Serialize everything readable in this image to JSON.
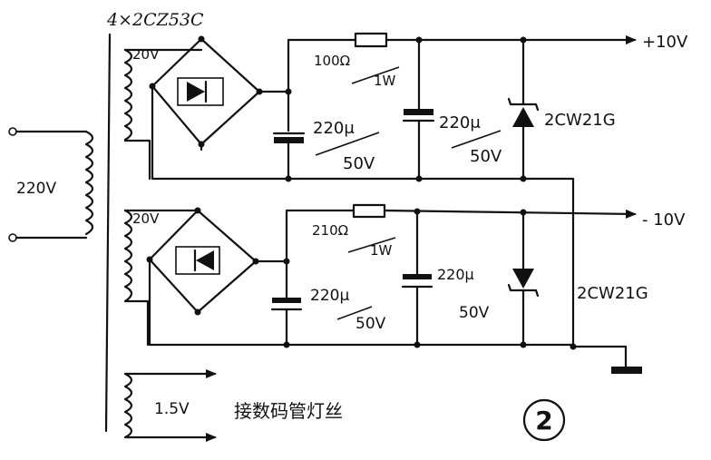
{
  "labels": {
    "bridge_part": "4×2CZ53C",
    "primary_voltage": "220V",
    "secondary_1_voltage": "20V",
    "secondary_2_voltage": "20V",
    "filament_voltage": "1.5V",
    "filament_note": "接数码管灯丝",
    "r1_value": "100Ω",
    "r1_power": "1W",
    "r2_value": "210Ω",
    "r2_power": "1W",
    "c1_value": "220μ",
    "c1_voltage": "50V",
    "c2_value": "220μ",
    "c2_voltage": "50V",
    "c3_value": "220μ",
    "c3_voltage": "50V",
    "c4_value": "220μ",
    "c4_voltage": "50V",
    "zener_1": "2CW21G",
    "zener_2": "2CW21G",
    "out_pos": "+10V",
    "out_neg": "- 10V",
    "figure_number": "2"
  }
}
